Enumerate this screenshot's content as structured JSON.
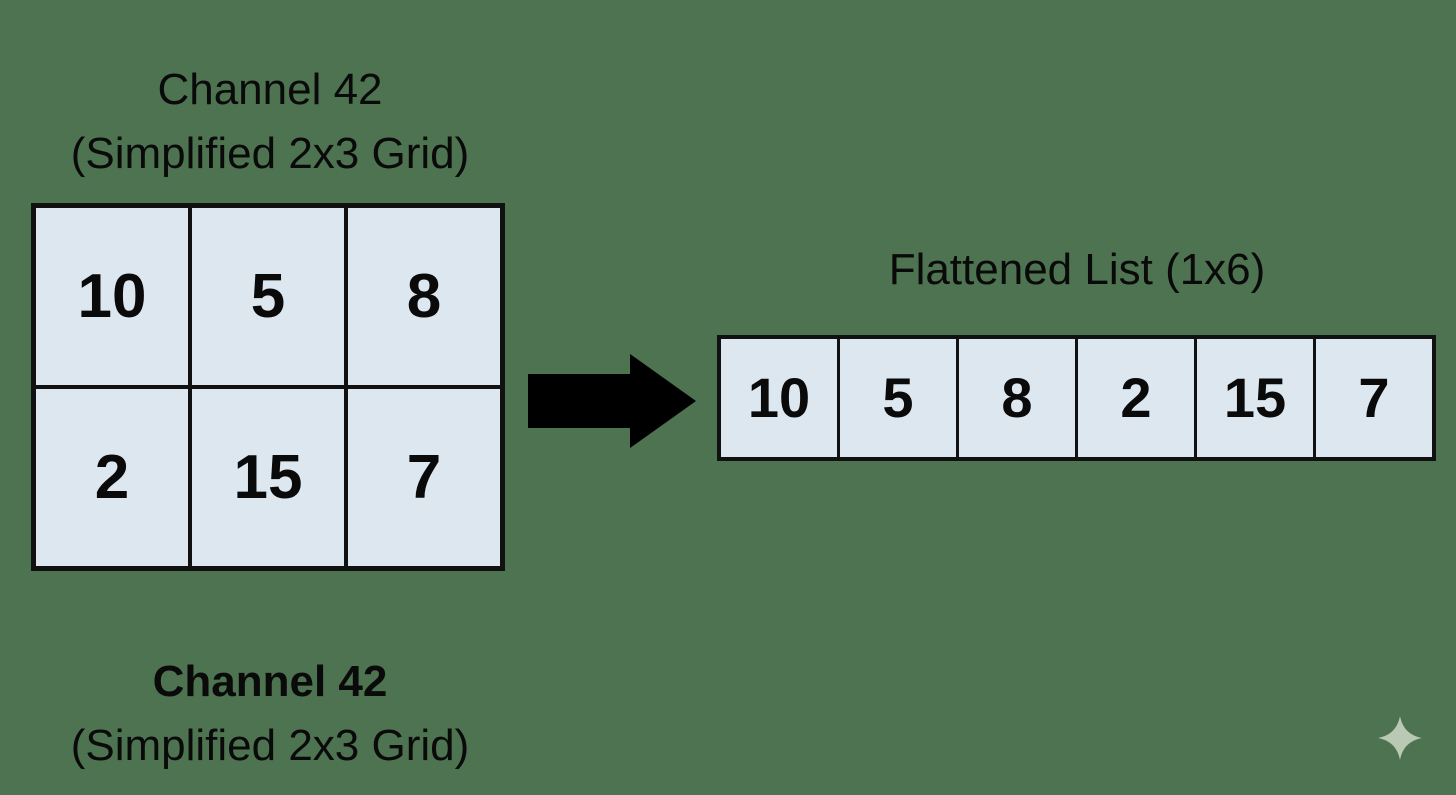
{
  "background_color": "#4d7351",
  "cell_fill_color": "#dce7f0",
  "line_color": "#111111",
  "text_color": "#0a0a0a",
  "grid_panel": {
    "title_line1": "Channel 42",
    "title_line2": "(Simplified 2x3 Grid)",
    "rows": 2,
    "cols": 3,
    "values": [
      [
        "10",
        "5",
        "8"
      ],
      [
        "2",
        "15",
        "7"
      ]
    ]
  },
  "arrow": {
    "icon": "arrow-right-icon",
    "direction": "right",
    "color": "#000000"
  },
  "list_panel": {
    "title": "Flattened List (1x6)",
    "values": [
      "10",
      "5",
      "8",
      "2",
      "15",
      "7"
    ]
  },
  "caption": {
    "line1": "Channel 42",
    "line2": "(Simplified 2x3 Grid)"
  },
  "watermark": {
    "icon": "sparkle-icon",
    "color": "#b9c9b4"
  }
}
